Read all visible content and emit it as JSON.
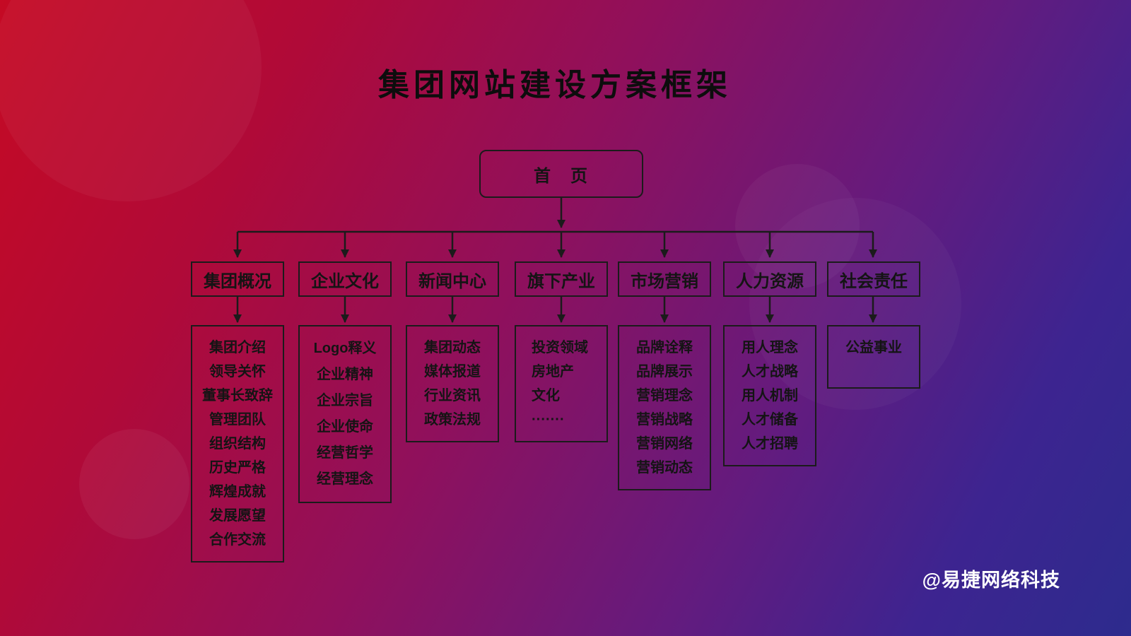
{
  "title": "集团网站建设方案框架",
  "watermark": "@易捷网络科技",
  "diagram": {
    "root": {
      "label": "首　页"
    },
    "sections": [
      {
        "label": "集团概况",
        "children": [
          "集团介绍",
          "领导关怀",
          "董事长致辞",
          "管理团队",
          "组织结构",
          "历史严格",
          "辉煌成就",
          "发展愿望",
          "合作交流"
        ]
      },
      {
        "label": "企业文化",
        "children": [
          "Logo释义",
          "企业精神",
          "企业宗旨",
          "企业使命",
          "经营哲学",
          "经营理念"
        ]
      },
      {
        "label": "新闻中心",
        "children": [
          "集团动态",
          "媒体报道",
          "行业资讯",
          "政策法规"
        ]
      },
      {
        "label": "旗下产业",
        "children": [
          "投资领域",
          "房地产",
          "文化",
          "·······"
        ]
      },
      {
        "label": "市场营销",
        "children": [
          "品牌诠释",
          "品牌展示",
          "营销理念",
          "营销战略",
          "营销网络",
          "营销动态"
        ]
      },
      {
        "label": "人力资源",
        "children": [
          "用人理念",
          "人才战略",
          "用人机制",
          "人才储备",
          "人才招聘"
        ]
      },
      {
        "label": "社会责任",
        "children": [
          "公益事业"
        ]
      }
    ],
    "colors": {
      "background_from": "#c50a24",
      "background_to": "#2d2b8d",
      "line": "#1b1b1b",
      "box_border": "#1b1b1b",
      "title_text": "#0d0d0d",
      "watermark_text": "#ffffff"
    }
  }
}
